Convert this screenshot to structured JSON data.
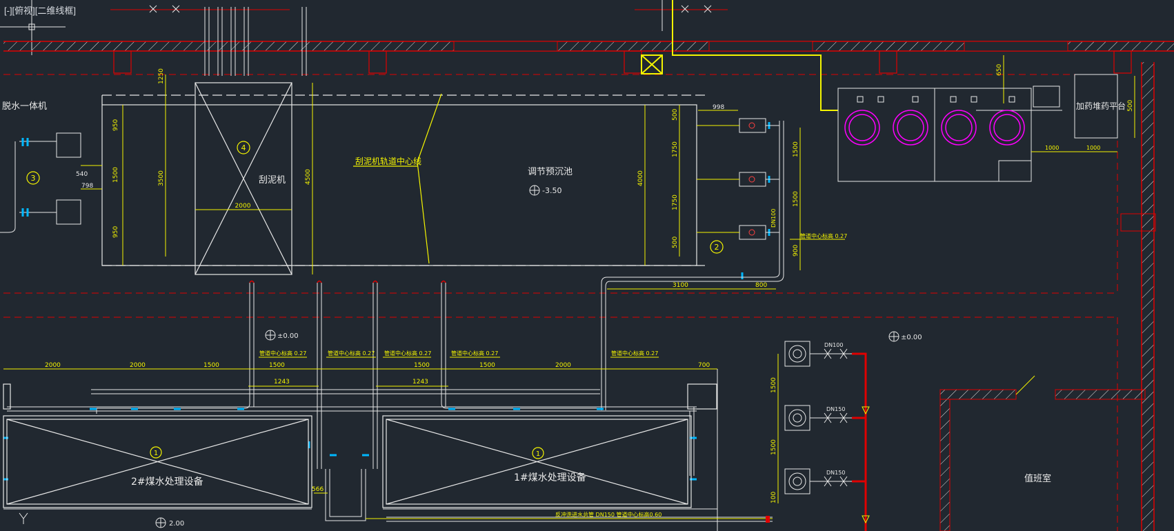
{
  "viewport": {
    "label": "[-][俯视][二维线框]"
  },
  "colors": {
    "background": "#212830",
    "wall": "#e00000",
    "white": "#e8e8e8",
    "yellow": "#f5f500",
    "cyan": "#00b8ff",
    "magenta": "#ff00ff",
    "grid": "#2d3642"
  },
  "labels": {
    "dewater_unit": "脱水一体机",
    "mud_scraper": "刮泥机",
    "scraper_track_centerline": "刮泥机轨道中心线",
    "regulating_tank": "调节预沉池",
    "tank_elevation": "-3.50",
    "dosing_platform": "加药堆药平台",
    "device_2": "2#煤水处理设备",
    "device_1": "1#煤水处理设备",
    "duty_room": "值班室",
    "elev_zero_left": "±0.00",
    "elev_zero_right": "±0.00",
    "elev_bottom": "2.00",
    "pipe_dn150": "DN150",
    "pipe_dn100": "DN100",
    "pipe_dn150b": "DN150",
    "pipe_note_bottom": "反冲洗进水总管 DN150 管道中心标高0.60",
    "pipe_note_1": "管道中心标高 0.27",
    "pipe_note_2": "管道中心标高 0.27",
    "pipe_note_3": "管道中心标高 0.27",
    "pipe_note_4": "管道中心标高 0.27",
    "pipe_note_5": "管道中心标高 0.27",
    "pipe_note_tank": "管道中心标高 0.27",
    "callout_2": "2",
    "callout_3": "3",
    "callout_4": "4",
    "callout_1a": "1",
    "callout_1b": "1"
  },
  "dimensions": {
    "d1250": "1250",
    "d3500": "3500",
    "d4500": "4500",
    "d4000": "4000",
    "d2000": "2000",
    "d950": "950",
    "d950b": "950",
    "d1500": "1500",
    "d500a": "500",
    "d500b": "500",
    "d1750a": "1750",
    "d1750b": "1750",
    "d900": "900",
    "d998": "998",
    "d3100": "3100",
    "d800": "800",
    "d540": "540",
    "d798": "798",
    "d1000a": "1000",
    "d1000b": "1000",
    "d650": "650",
    "b2000a": "2000",
    "b2000b": "2000",
    "b1500a": "1500",
    "b1500b": "1500",
    "b1500c": "1500",
    "b1500d": "1500",
    "b2000c": "2000",
    "b1243a": "1243",
    "b1243b": "1243",
    "b700": "700",
    "b566": "566",
    "r1500": "1500",
    "r1500b": "1500",
    "r100": "100"
  }
}
